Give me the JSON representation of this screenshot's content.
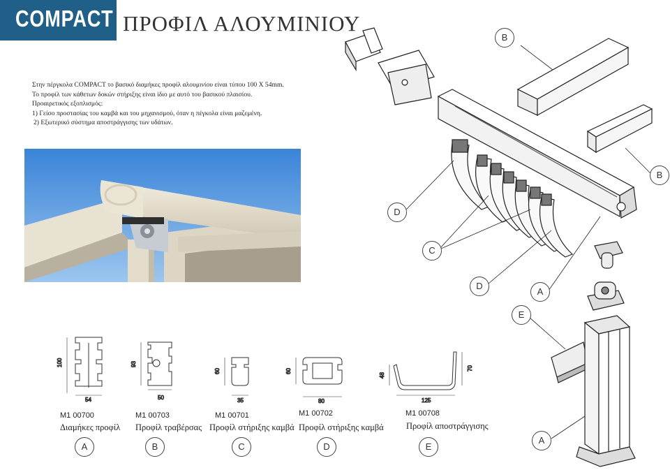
{
  "header": {
    "logo": "COMPACT",
    "title": "ΠΡΟΦΙΛ ΑΛΟΥΜΙΝΙΟΥ"
  },
  "intro": {
    "lines": [
      "Στην πέργκολα COMPACT το βασικό διαμήκες προφίλ αλουμινίου είναι τύπου 100 Χ 54mm.",
      "Το προφίλ των κάθετων δοκών στήριξης είναι ίδιο με αυτό του βασικού πλαισίου.",
      "Προαιρετικός εξοπλισμός:",
      "1) Γείσο προστασίας του καμβά και του μηχανισμού, όταν η πέγκολα είναι μαζεμένη.",
      "2) Εξωτερικό σύστημα αποστράγγισης των υδάτων."
    ]
  },
  "profiles": [
    {
      "code": "M1  00700",
      "name": "Διαμήκες προφίλ",
      "letter": "A",
      "dims": [
        "100",
        "54"
      ]
    },
    {
      "code": "M1  00703",
      "name": "Προφίλ τραβέρσας",
      "letter": "B",
      "dims": [
        "93",
        "50"
      ]
    },
    {
      "code": "M1  00701",
      "name": "Προφίλ στήριξης καμβά",
      "letter": "C",
      "dims": [
        "60",
        "35"
      ]
    },
    {
      "code": "M1  00702",
      "name": "Προφίλ στήριξης καμβά",
      "letter": "D",
      "dims": [
        "60",
        "80"
      ]
    },
    {
      "code": "M1  00708",
      "name": "Προφίλ αποστράγγισης",
      "letter": "E",
      "dims": [
        "48",
        "70",
        "125"
      ]
    }
  ],
  "diagram_labels": [
    "B",
    "B",
    "D",
    "C",
    "D",
    "A",
    "E",
    "A"
  ]
}
